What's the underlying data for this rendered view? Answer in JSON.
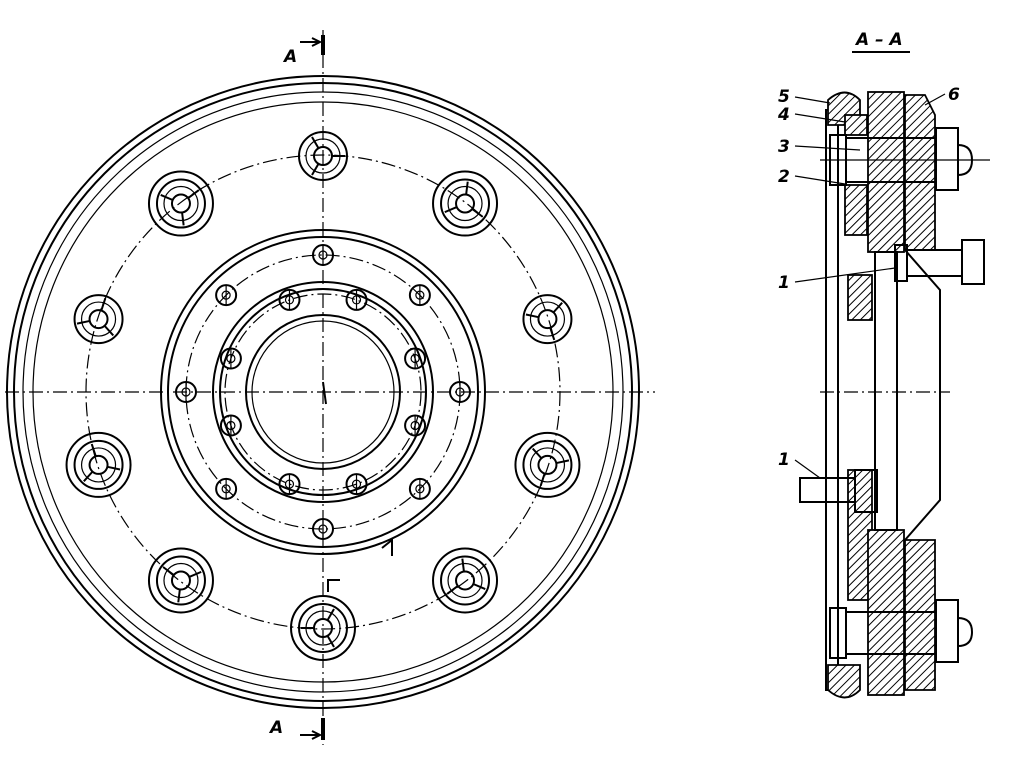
{
  "drawing": {
    "section_mark_top": "A",
    "section_mark_bottom": "A",
    "section_title": "A – A",
    "callouts": [
      {
        "id": "5",
        "label": "5"
      },
      {
        "id": "4",
        "label": "4"
      },
      {
        "id": "3",
        "label": "3"
      },
      {
        "id": "2",
        "label": "2"
      },
      {
        "id": "6",
        "label": "6"
      },
      {
        "id": "1a",
        "label": "1"
      },
      {
        "id": "1b",
        "label": "1"
      }
    ]
  }
}
